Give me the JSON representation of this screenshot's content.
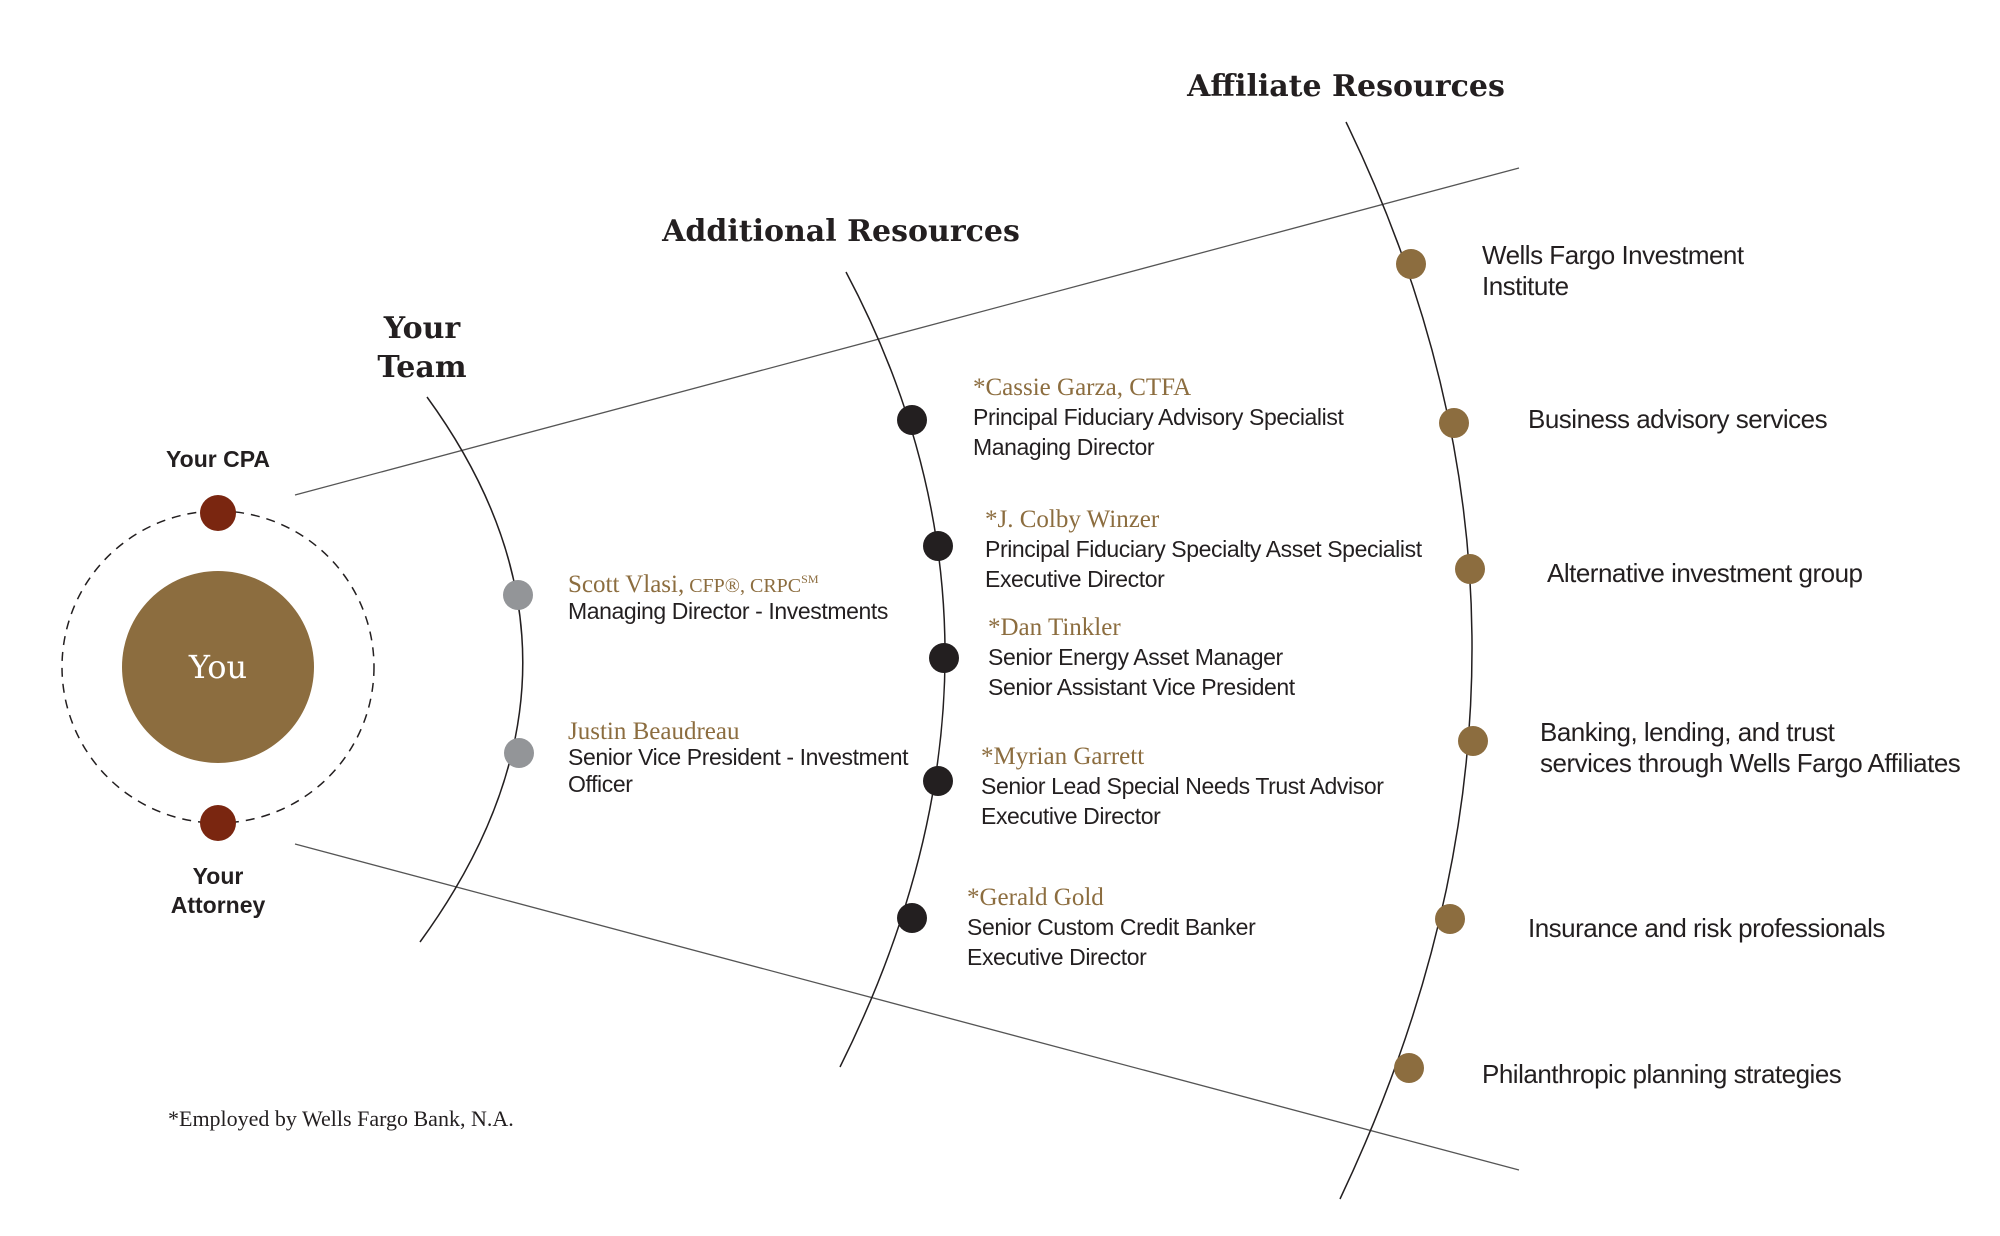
{
  "colors": {
    "brand_brown": "#8c6d3f",
    "dark_red": "#7a2610",
    "gray_dot": "#939598",
    "black_dot": "#231f20"
  },
  "center": {
    "label": "You",
    "cpa_label": "Your CPA",
    "attorney_label_1": "Your",
    "attorney_label_2": "Attorney"
  },
  "team": {
    "title_1": "Your",
    "title_2": "Team",
    "members": [
      {
        "name": "Scott Vlasi,",
        "credentials": " CFP®, CRPC",
        "credentials_sup": "SM",
        "lines": [
          "Managing Director - Investments"
        ]
      },
      {
        "name": "Justin Beaudreau",
        "lines": [
          "Senior Vice President - Investment",
          "Officer"
        ]
      }
    ]
  },
  "additional": {
    "title": "Additional Resources",
    "members": [
      {
        "name": "*Cassie Garza, CTFA",
        "lines": [
          "Principal Fiduciary Advisory Specialist",
          "Managing Director"
        ]
      },
      {
        "name": "*J. Colby Winzer",
        "lines": [
          "Principal Fiduciary Specialty Asset Specialist",
          "Executive Director"
        ]
      },
      {
        "name": "*Dan Tinkler",
        "lines": [
          "Senior Energy Asset Manager",
          "Senior Assistant Vice President"
        ]
      },
      {
        "name": "*Myrian Garrett",
        "lines": [
          "Senior Lead Special Needs Trust Advisor",
          "Executive Director"
        ]
      },
      {
        "name": "*Gerald Gold",
        "lines": [
          "Senior Custom Credit Banker",
          "Executive Director"
        ]
      }
    ]
  },
  "affiliate": {
    "title": "Affiliate Resources",
    "items": [
      {
        "lines": [
          "Wells Fargo Investment",
          "Institute"
        ]
      },
      {
        "lines": [
          "Business advisory services"
        ]
      },
      {
        "lines": [
          "Alternative investment group"
        ]
      },
      {
        "lines": [
          "Banking, lending, and trust",
          "services through Wells Fargo Affiliates"
        ]
      },
      {
        "lines": [
          "Insurance and risk professionals"
        ]
      },
      {
        "lines": [
          "Philanthropic planning strategies"
        ]
      }
    ]
  },
  "footnote": "*Employed by Wells Fargo Bank, N.A."
}
